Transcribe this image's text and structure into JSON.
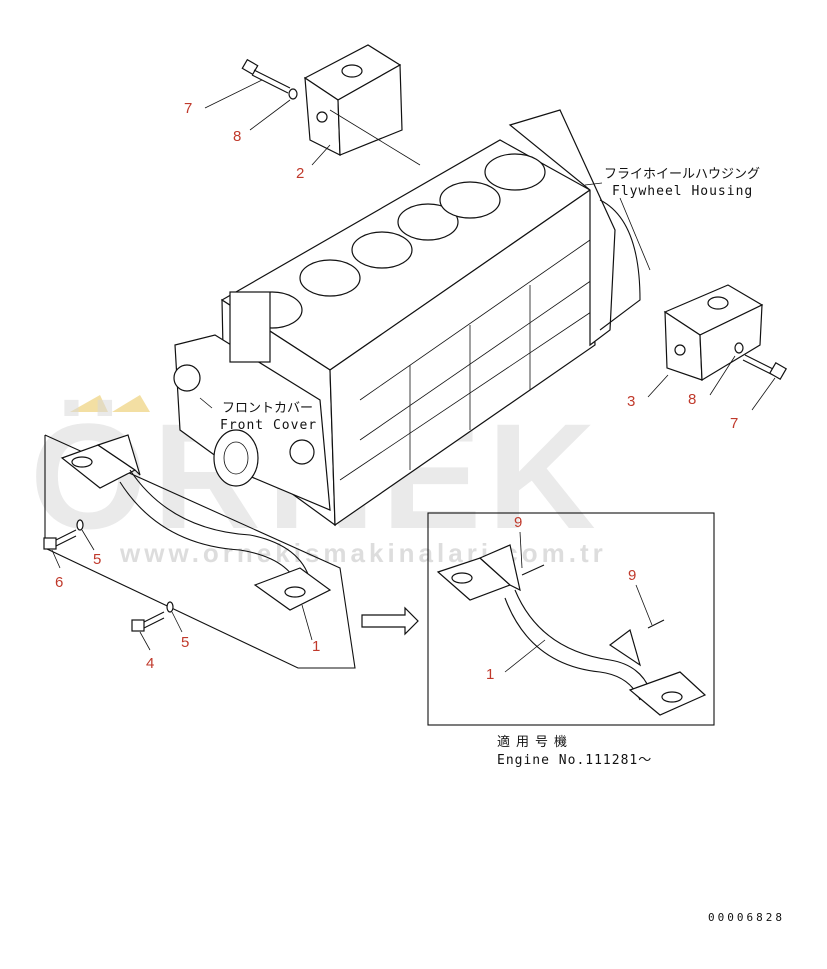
{
  "labels": {
    "flywheel_housing_jp": "フライホイールハウジング",
    "flywheel_housing_en": "Flywheel Housing",
    "front_cover_jp": "フロントカバー",
    "front_cover_en": "Front Cover",
    "applicable_jp": "適用号機",
    "applicable_en": "Engine No.111281～"
  },
  "callouts": {
    "c7_top": "7",
    "c8_top": "8",
    "c2": "2",
    "c3": "3",
    "c8_right": "8",
    "c7_right": "7",
    "c6": "6",
    "c5_left": "5",
    "c5_mid": "5",
    "c4": "4",
    "c1_left": "1",
    "c9_top": "9",
    "c9_right": "9",
    "c1_detail": "1"
  },
  "watermark": {
    "brand": "ÖRNEK",
    "url": "www.ornekismakinalari.com.tr"
  },
  "document_number": "00006828",
  "colors": {
    "callout": "#c0392b",
    "line": "#111111",
    "watermark": "#d9d9d9",
    "watermark_accent": "#f0d78c"
  }
}
